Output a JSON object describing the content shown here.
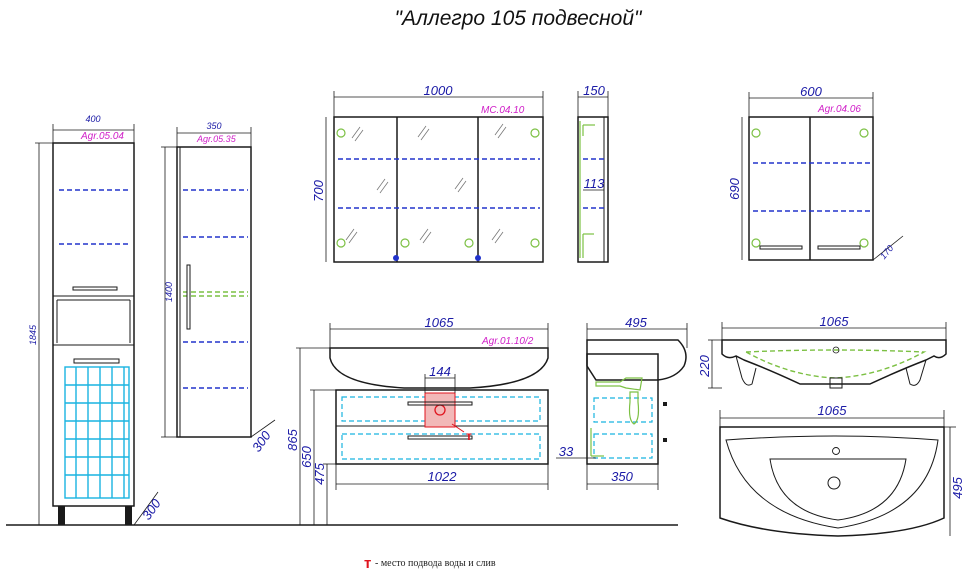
{
  "title": "\"Аллегро 105 подвесной\"",
  "tall_cabinet": {
    "width": "400",
    "height": "1845",
    "code": "Agr.05.04",
    "leg_depth": "300"
  },
  "narrow_cabinet": {
    "width": "350",
    "height": "1400",
    "code": "Agr.05.35",
    "depth": "300"
  },
  "mirror_cabinet": {
    "width": "1000",
    "height": "700",
    "code": "MC.04.10",
    "side_depth": "150",
    "inner_depth": "113"
  },
  "wall_cabinet": {
    "width": "600",
    "height": "690",
    "code": "Agr.04.06",
    "depth": "170"
  },
  "vanity": {
    "width": "1065",
    "code": "Agr.01.10/2",
    "outlet_width": "144",
    "body_width": "1022",
    "height_top": "865",
    "height_mid": "650",
    "height_bottom": "475",
    "outlet_mark": "т"
  },
  "vanity_side": {
    "depth": "495",
    "body_depth": "350",
    "offset": "33"
  },
  "basin_front": {
    "width": "1065",
    "height": "220"
  },
  "basin_top": {
    "width": "1065",
    "depth": "495"
  },
  "legend": {
    "mark": "т",
    "text": "- место подвода воды и слив"
  },
  "colors": {
    "dimension": "#1a1aa6",
    "code": "#d020c8",
    "shelf": "#2233cc",
    "basket": "#19b4e0",
    "glass": "#7cc043",
    "outlet": "#e0141e"
  }
}
